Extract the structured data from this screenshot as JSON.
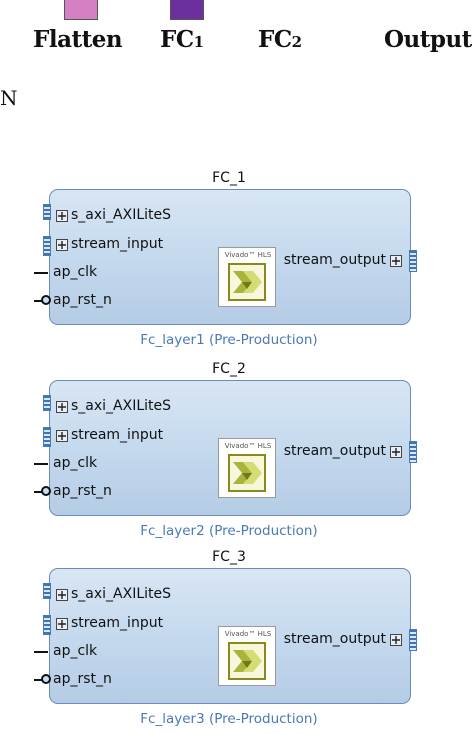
{
  "legend": {
    "items": [
      {
        "label": "Flatten",
        "sub": "",
        "color": "#d480c3"
      },
      {
        "label": "FC",
        "sub": "1",
        "color": "#6b2fa0"
      },
      {
        "label": "FC",
        "sub": "2",
        "color": ""
      },
      {
        "label": "Output",
        "sub": "",
        "color": ""
      }
    ]
  },
  "stray_text": "N",
  "instances": [
    {
      "title": "FC_1",
      "subtitle": "Fc_layer1 (Pre-Production)",
      "ports": {
        "axi": "s_axi_AXILiteS",
        "stream_in": "stream_input",
        "clk": "ap_clk",
        "rst": "ap_rst_n",
        "stream_out": "stream_output"
      },
      "logo_text": "Vivado™ HLS"
    },
    {
      "title": "FC_2",
      "subtitle": "Fc_layer2 (Pre-Production)",
      "ports": {
        "axi": "s_axi_AXILiteS",
        "stream_in": "stream_input",
        "clk": "ap_clk",
        "rst": "ap_rst_n",
        "stream_out": "stream_output"
      },
      "logo_text": "Vivado™ HLS"
    },
    {
      "title": "FC_3",
      "subtitle": "Fc_layer3 (Pre-Production)",
      "ports": {
        "axi": "s_axi_AXILiteS",
        "stream_in": "stream_input",
        "clk": "ap_clk",
        "rst": "ap_rst_n",
        "stream_out": "stream_output"
      },
      "logo_text": "Vivado™ HLS"
    }
  ]
}
